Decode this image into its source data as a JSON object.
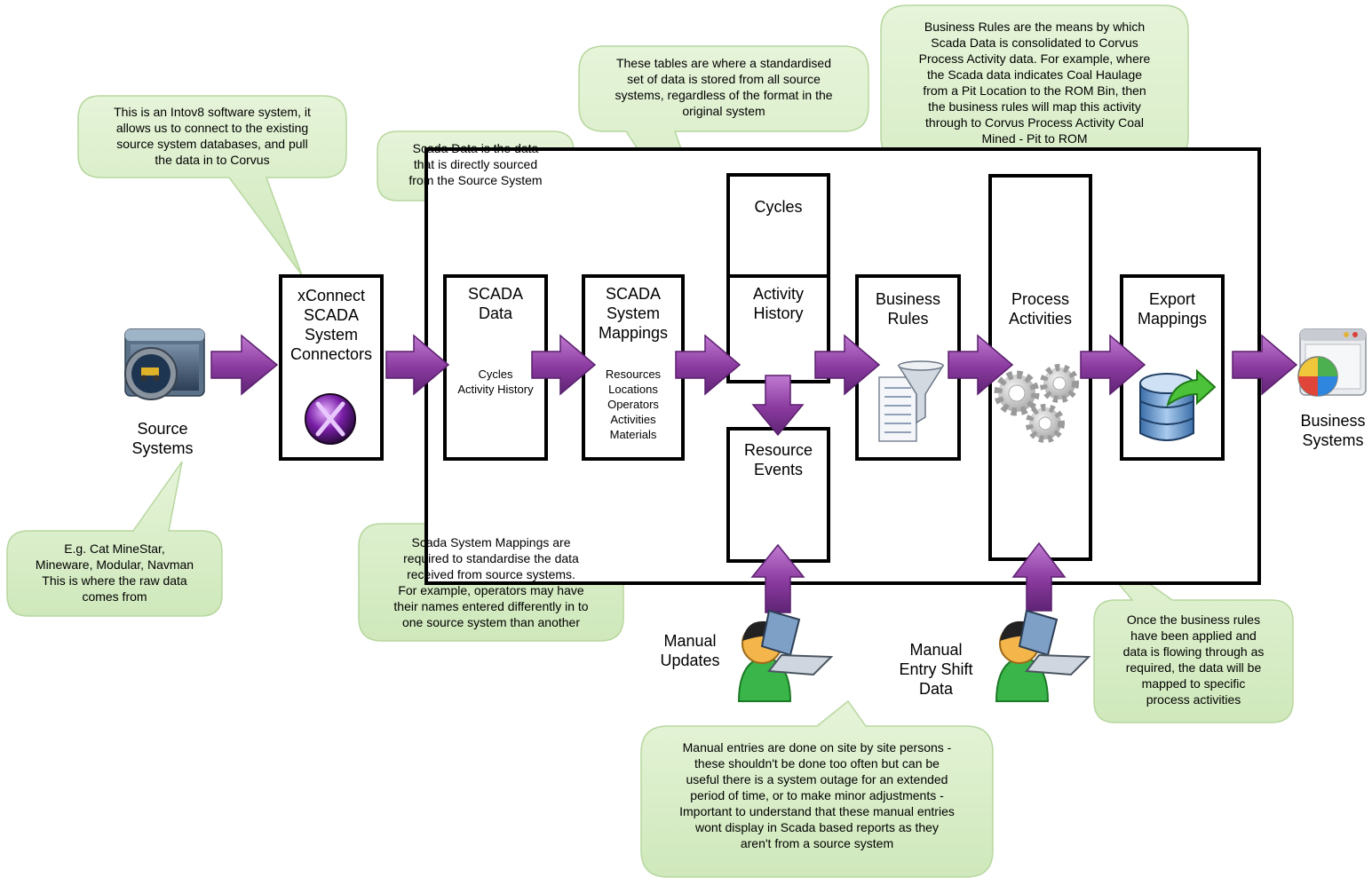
{
  "boxes": {
    "xconnect": "xConnect\nSCADA\nSystem\nConnectors",
    "scada_data": "SCADA\nData",
    "scada_data_items": "Cycles\nActivity History",
    "scada_mappings": "SCADA\nSystem\nMappings",
    "scada_mappings_items": "Resources\nLocations\nOperators\nActivities\nMaterials",
    "cycles": "Cycles",
    "activity_history": "Activity\nHistory",
    "resource_events": "Resource\nEvents",
    "business_rules": "Business\nRules",
    "process_activities": "Process\nActivities",
    "export_mappings": "Export\nMappings"
  },
  "icon_labels": {
    "source_systems": "Source\nSystems",
    "business_systems": "Business\nSystems",
    "manual_updates": "Manual\nUpdates",
    "manual_entry": "Manual\nEntry Shift\nData"
  },
  "notes": {
    "intov8": "This is an Intov8 software system, it\nallows us to connect to the existing\nsource system databases, and pull\nthe data in to Corvus",
    "scada_data": "Scada Data is the data\nthat is directly sourced\nfrom the Source System",
    "tables": "These tables are where a standardised\nset of data is stored from all source\nsystems, regardless of the format in the\noriginal system",
    "business_rules": "Business Rules are the means by which\nScada Data is consolidated to Corvus\nProcess Activity data. For example, where\nthe Scada data indicates Coal Haulage\nfrom a Pit Location to the ROM Bin, then\nthe business rules will map this activity\nthrough to Corvus Process Activity Coal\nMined - Pit to ROM",
    "source_examples": "E.g. Cat MineStar,\nMineware, Modular, Navman\nThis is where the raw data\ncomes from",
    "mappings": "Scada System Mappings are\nrequired to standardise the data\nreceived from source systems.\nFor example, operators may have\ntheir names entered differently in to\none source system than another",
    "process_mapped": "Once the business rules\nhave been applied and\ndata is flowing through as\nrequired, the data will be\nmapped to specific\nprocess activities",
    "manual_entries": "Manual entries are done on site by site persons -\nthese shouldn't be done too often but can be\nuseful there is a system outage for an extended\nperiod of time, or to make minor adjustments -\nImportant to understand that these manual entries\nwont display in Scada based reports as they\naren't from a source system"
  },
  "icons": [
    "source-system-icon",
    "xconnect-logo-icon",
    "funnel-table-icon",
    "gears-icon",
    "database-export-icon",
    "business-systems-icon",
    "user-laptop-icon"
  ],
  "colors": {
    "callout_fill": "#d6ecc4",
    "callout_stroke": "#b9d9a3",
    "arrow_fill": "#8a3a9e",
    "arrow_stroke": "#5a1f6e"
  }
}
